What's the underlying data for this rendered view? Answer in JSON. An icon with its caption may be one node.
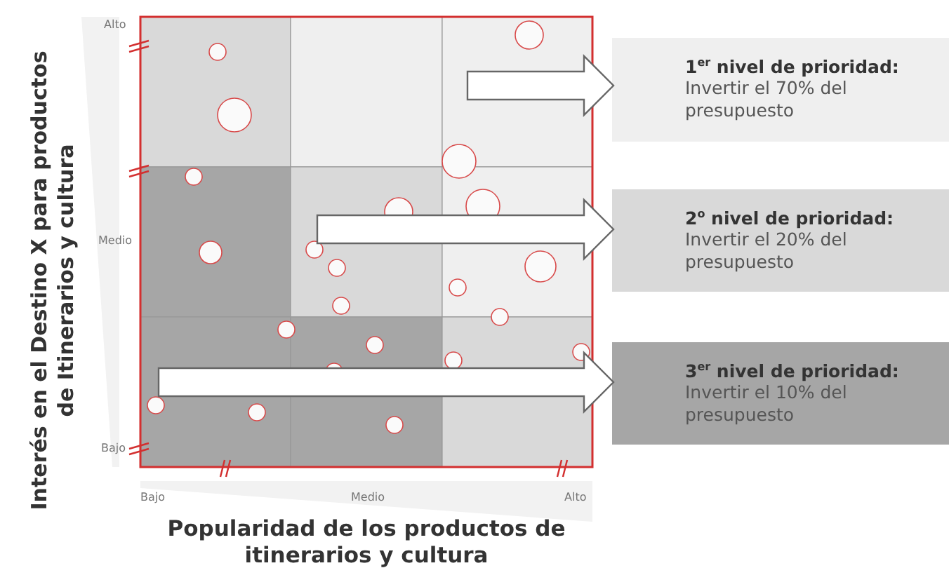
{
  "diagram": {
    "nodes": [
      {
        "text": [
          "1$^{er}$ nivel de prioridad:",
          "Invertir el 70% del presupuesto"
        ]
      },
      {
        "text": [
          "2$^{o}$ nivel de prioridad:",
          "Invertir el 20% del presupuesto"
        ]
      },
      {
        "text": [
          "3$^{er}$ nivel de prioridad:",
          "Invertir el 10% del presupuesto"
        ]
      }
    ],
    "edges": [
      {
        "from": null,
        "to": 0,
        "arrow": "to"
      },
      {
        "from": null,
        "to": 1,
        "arrow": "to"
      },
      {
        "from": null,
        "to": 2,
        "arrow": "to"
      }
    ],
    "labels": [
      "Interés en el Destino X para productos de Itinerarios y cultura",
      "Alto",
      "Medio",
      "Bajo",
      "Bajo",
      "Medio",
      "Alto",
      "Popularidad de los productos de itinerarios y cultura"
    ]
  }
}
